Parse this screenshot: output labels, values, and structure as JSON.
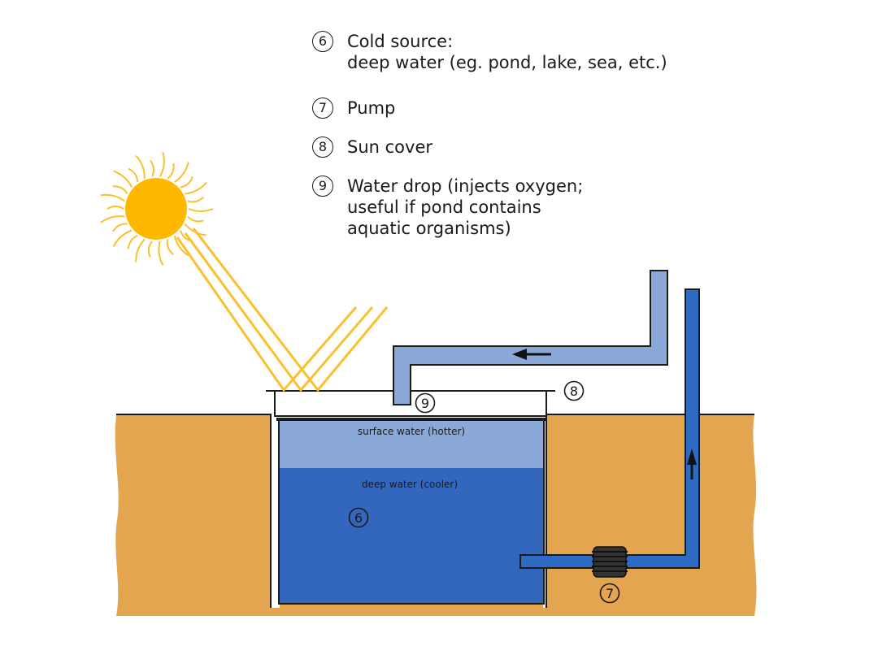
{
  "legend": [
    {
      "num": "6",
      "text": "Cold source:\ndeep water (eg. pond, lake, sea, etc.)"
    },
    {
      "num": "7",
      "text": "Pump"
    },
    {
      "num": "8",
      "text": "Sun cover"
    },
    {
      "num": "9",
      "text": "Water drop (injects oxygen;\nuseful if pond contains\naquatic organisms)"
    }
  ],
  "diagram": {
    "surface_label": "surface water (hotter)",
    "deep_label": "deep water (cooler)",
    "marker_cold_source": "6",
    "marker_pump": "7",
    "marker_sun_cover": "8",
    "marker_water_drop": "9"
  },
  "colors": {
    "ground": "#E3A550",
    "surface_water": "#8AA8D8",
    "deep_water": "#3367BE",
    "sun": "#FFB800",
    "sun_rays": "#FBC02D",
    "return_pipe": "#8AA8D8",
    "supply_pipe": "#2F6BC4",
    "pump": "#333333"
  },
  "icons": {
    "sun": "sun-icon",
    "flow_arrow_left": "arrow-left-icon",
    "flow_arrow_up": "arrow-up-icon"
  }
}
